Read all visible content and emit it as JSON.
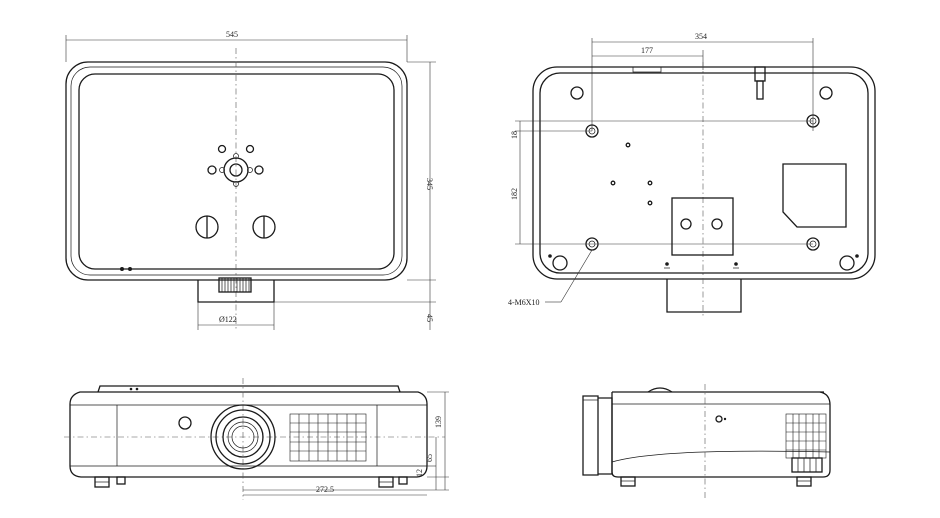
{
  "dimensions": {
    "top_width": "545",
    "top_depth": "345",
    "foot_height": "45",
    "lens_diameter": "Ø122",
    "bottom_width": "354",
    "bottom_half": "177",
    "mount_spacing_v": "182",
    "mount_offset_v": "18",
    "mount_spec": "4-M6X10",
    "front_height": "139",
    "front_h2": "65",
    "front_h3": "12",
    "lens_offset": "272.5"
  }
}
